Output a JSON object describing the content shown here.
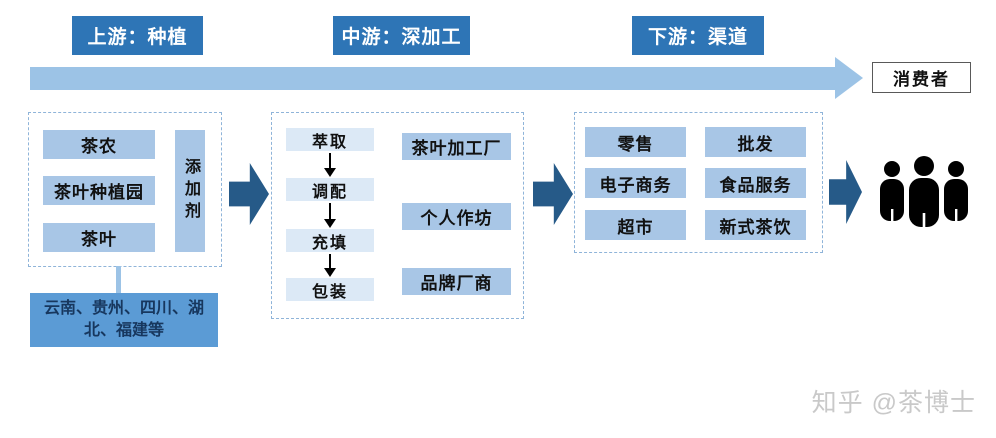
{
  "stages": [
    {
      "label": "上游：种植"
    },
    {
      "label": "中游：深加工"
    },
    {
      "label": "下游：渠道"
    }
  ],
  "consumer": {
    "label": "消费者"
  },
  "upstream": {
    "suppliers": [
      "茶农",
      "茶叶种植园",
      "茶叶"
    ],
    "additive": "添加剂",
    "regions": "云南、贵州、四川、湖北、福建等"
  },
  "midstream": {
    "process_steps": [
      "萃取",
      "调配",
      "充填",
      "包装"
    ],
    "producers": [
      "茶叶加工厂",
      "个人作坊",
      "品牌厂商"
    ]
  },
  "downstream": {
    "channels": [
      "零售",
      "批发",
      "电子商务",
      "食品服务",
      "超市",
      "新式茶饮"
    ]
  },
  "watermark": "知乎 @茶博士",
  "colors": {
    "stage_header": "#2E75B6",
    "timeline_arrow": "#9CC3E6",
    "light_box": "#A8C6E6",
    "pale_box": "#DCE9F6",
    "region_box": "#5B9BD5",
    "region_text": "#17375E",
    "block_arrow": "#265A88",
    "people_icon": "#000000"
  }
}
